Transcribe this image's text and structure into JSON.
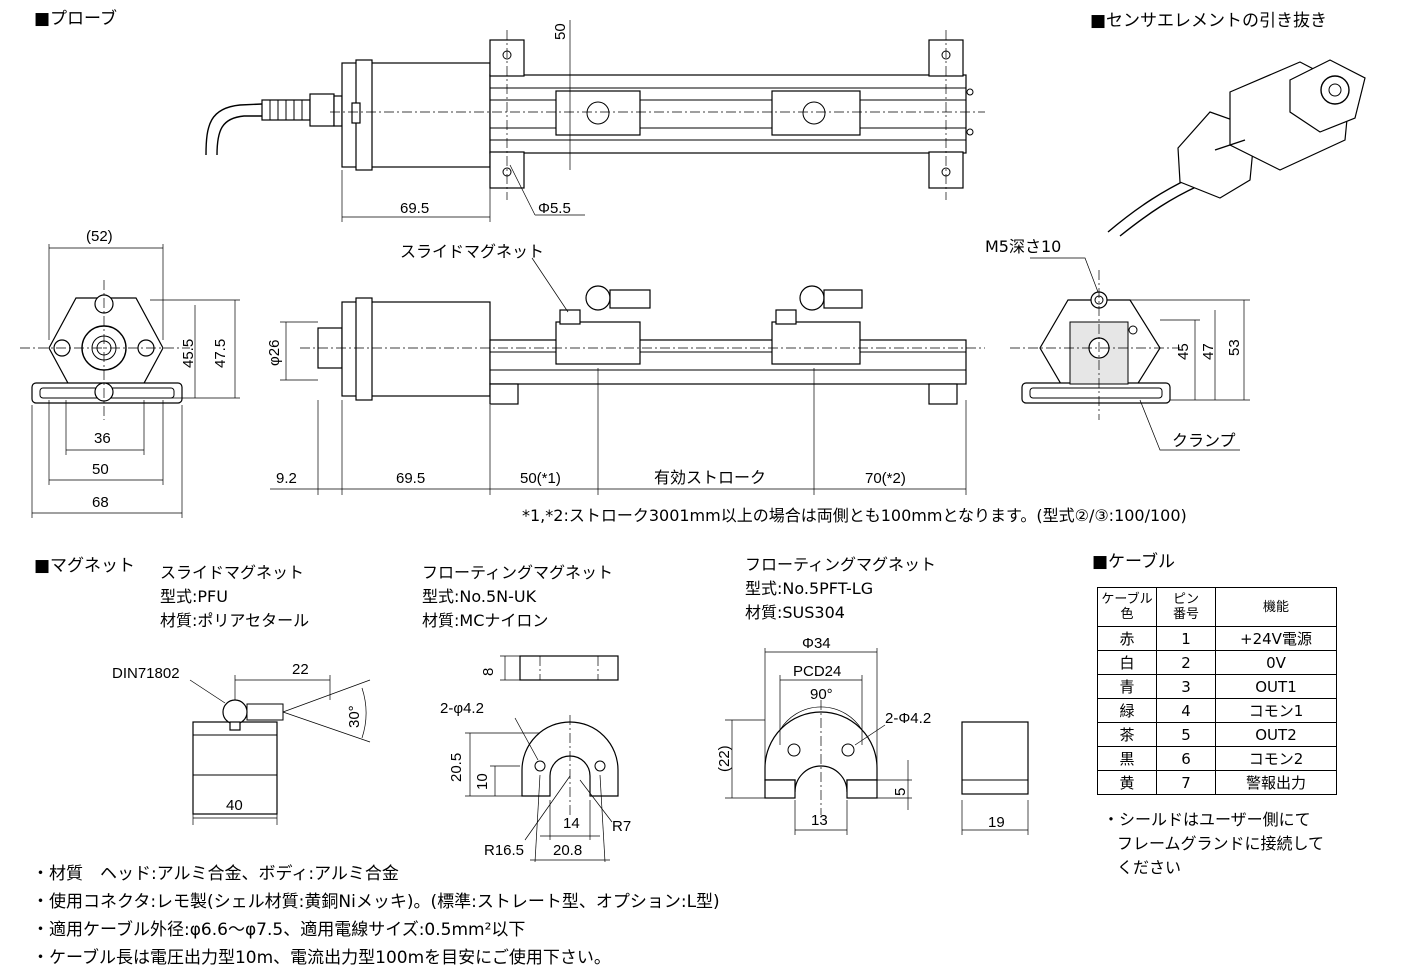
{
  "sections": {
    "probe": "■プローブ",
    "extract": "■センサエレメントの引き抜き",
    "magnet": "■マグネット",
    "cable": "■ケーブル"
  },
  "labels": {
    "slide_magnet": "スライドマグネット",
    "m5": "M5深さ10",
    "clamp": "クランプ",
    "stroke_note": "*1,*2:ストローク3001mm以上の場合は両側とも100mmとなります。(型式②/③:100/100)"
  },
  "dims_top": {
    "d50": "50",
    "d695": "69.5",
    "phi55": "Φ5.5"
  },
  "dims_front": {
    "d52": "(52)",
    "d455": "45.5",
    "d475": "47.5",
    "d36": "36",
    "d50": "50",
    "d68": "68"
  },
  "dims_side": {
    "phi26": "φ26",
    "d92": "9.2",
    "d695": "69.5",
    "d50a": "50(*1)",
    "stroke": "有効ストローク",
    "d70": "70(*2)"
  },
  "dims_end": {
    "d45": "45",
    "d47": "47",
    "d53": "53"
  },
  "magnet_pfu": {
    "name": "スライドマグネット",
    "model": "型式:PFU",
    "material": "材質:ポリアセタール",
    "din": "DIN71802",
    "d22": "22",
    "d30": "30°",
    "d40": "40"
  },
  "magnet_5n": {
    "name": "フローティングマグネット",
    "model": "型式:No.5N-UK",
    "material": "材質:MCナイロン",
    "d8": "8",
    "hole": "2-φ4.2",
    "d205": "20.5",
    "d10": "10",
    "d14": "14",
    "r7": "R7",
    "r165": "R16.5",
    "d208": "20.8"
  },
  "magnet_5pft": {
    "name": "フローティングマグネット",
    "model": "型式:No.5PFT-LG",
    "material": "材質:SUS304",
    "phi34": "Φ34",
    "pcd": "PCD24",
    "deg90": "90°",
    "hole": "2-Φ4.2",
    "d22": "(22)",
    "d5": "5",
    "d13": "13",
    "d19": "19"
  },
  "cable_table": {
    "headers": [
      "ケーブル\n色",
      "ピン\n番号",
      "機能"
    ],
    "rows": [
      [
        "赤",
        "1",
        "+24V電源"
      ],
      [
        "白",
        "2",
        "0V"
      ],
      [
        "青",
        "3",
        "OUT1"
      ],
      [
        "緑",
        "4",
        "コモン1"
      ],
      [
        "茶",
        "5",
        "OUT2"
      ],
      [
        "黒",
        "6",
        "コモン2"
      ],
      [
        "黄",
        "7",
        "警報出力"
      ]
    ],
    "note1": "・シールドはユーザー側にて",
    "note2": "フレームグランドに接続して",
    "note3": "ください"
  },
  "notes": [
    "・材質　ヘッド:アルミ合金、ボディ:アルミ合金",
    "・使用コネクタ:レモ製(シェル材質:黄銅Niメッキ)。(標準:ストレート型、オプション:L型)",
    "・適用ケーブル外径:φ6.6〜φ7.5、適用電線サイズ:0.5mm²以下",
    "・ケーブル長は電圧出力型10m、電流出力型100mを目安にご使用下さい。"
  ]
}
